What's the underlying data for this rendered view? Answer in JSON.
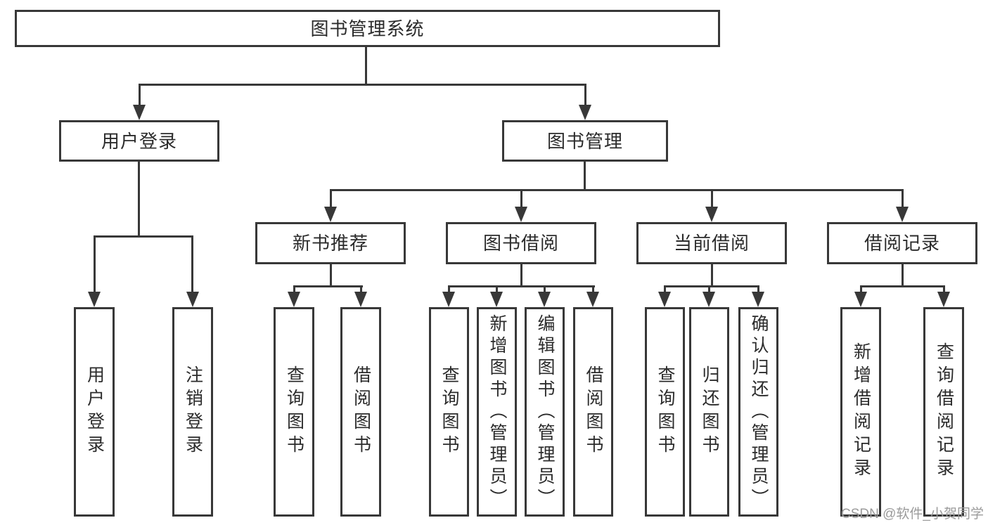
{
  "diagram": {
    "nodes": {
      "root": "图书管理系统",
      "user_login": "用户登录",
      "book_mgmt": "图书管理",
      "new_book_rec": "新书推荐",
      "book_borrow": "图书借阅",
      "current_borrow": "当前借阅",
      "borrow_record": "借阅记录",
      "leaf_user_login": "用户登录",
      "leaf_logout": "注销登录",
      "leaf_nbr_query": "查询图书",
      "leaf_nbr_borrow": "借阅图书",
      "leaf_bb_query": "查询图书",
      "leaf_bb_add": "新增图书（管理员）",
      "leaf_bb_edit": "编辑图书（管理员）",
      "leaf_bb_borrow": "借阅图书",
      "leaf_cb_query": "查询图书",
      "leaf_cb_return": "归还图书",
      "leaf_cb_confirm": "确认归还（管理员）",
      "leaf_br_add": "新增借阅记录",
      "leaf_br_query": "查询借阅记录"
    },
    "hierarchy": {
      "图书管理系统": [
        "用户登录",
        "图书管理"
      ],
      "用户登录": [
        "用户登录",
        "注销登录"
      ],
      "图书管理": [
        "新书推荐",
        "图书借阅",
        "当前借阅",
        "借阅记录"
      ],
      "新书推荐": [
        "查询图书",
        "借阅图书"
      ],
      "图书借阅": [
        "查询图书",
        "新增图书（管理员）",
        "编辑图书（管理员）",
        "借阅图书"
      ],
      "当前借阅": [
        "查询图书",
        "归还图书",
        "确认归还（管理员）"
      ],
      "借阅记录": [
        "新增借阅记录",
        "查询借阅记录"
      ]
    }
  },
  "watermark": {
    "text": "CSDN @软件_小贺同学"
  },
  "colors": {
    "line": "#383838",
    "text": "#2b2b2b",
    "watermark": "#9b9b9b",
    "background": "#ffffff"
  }
}
